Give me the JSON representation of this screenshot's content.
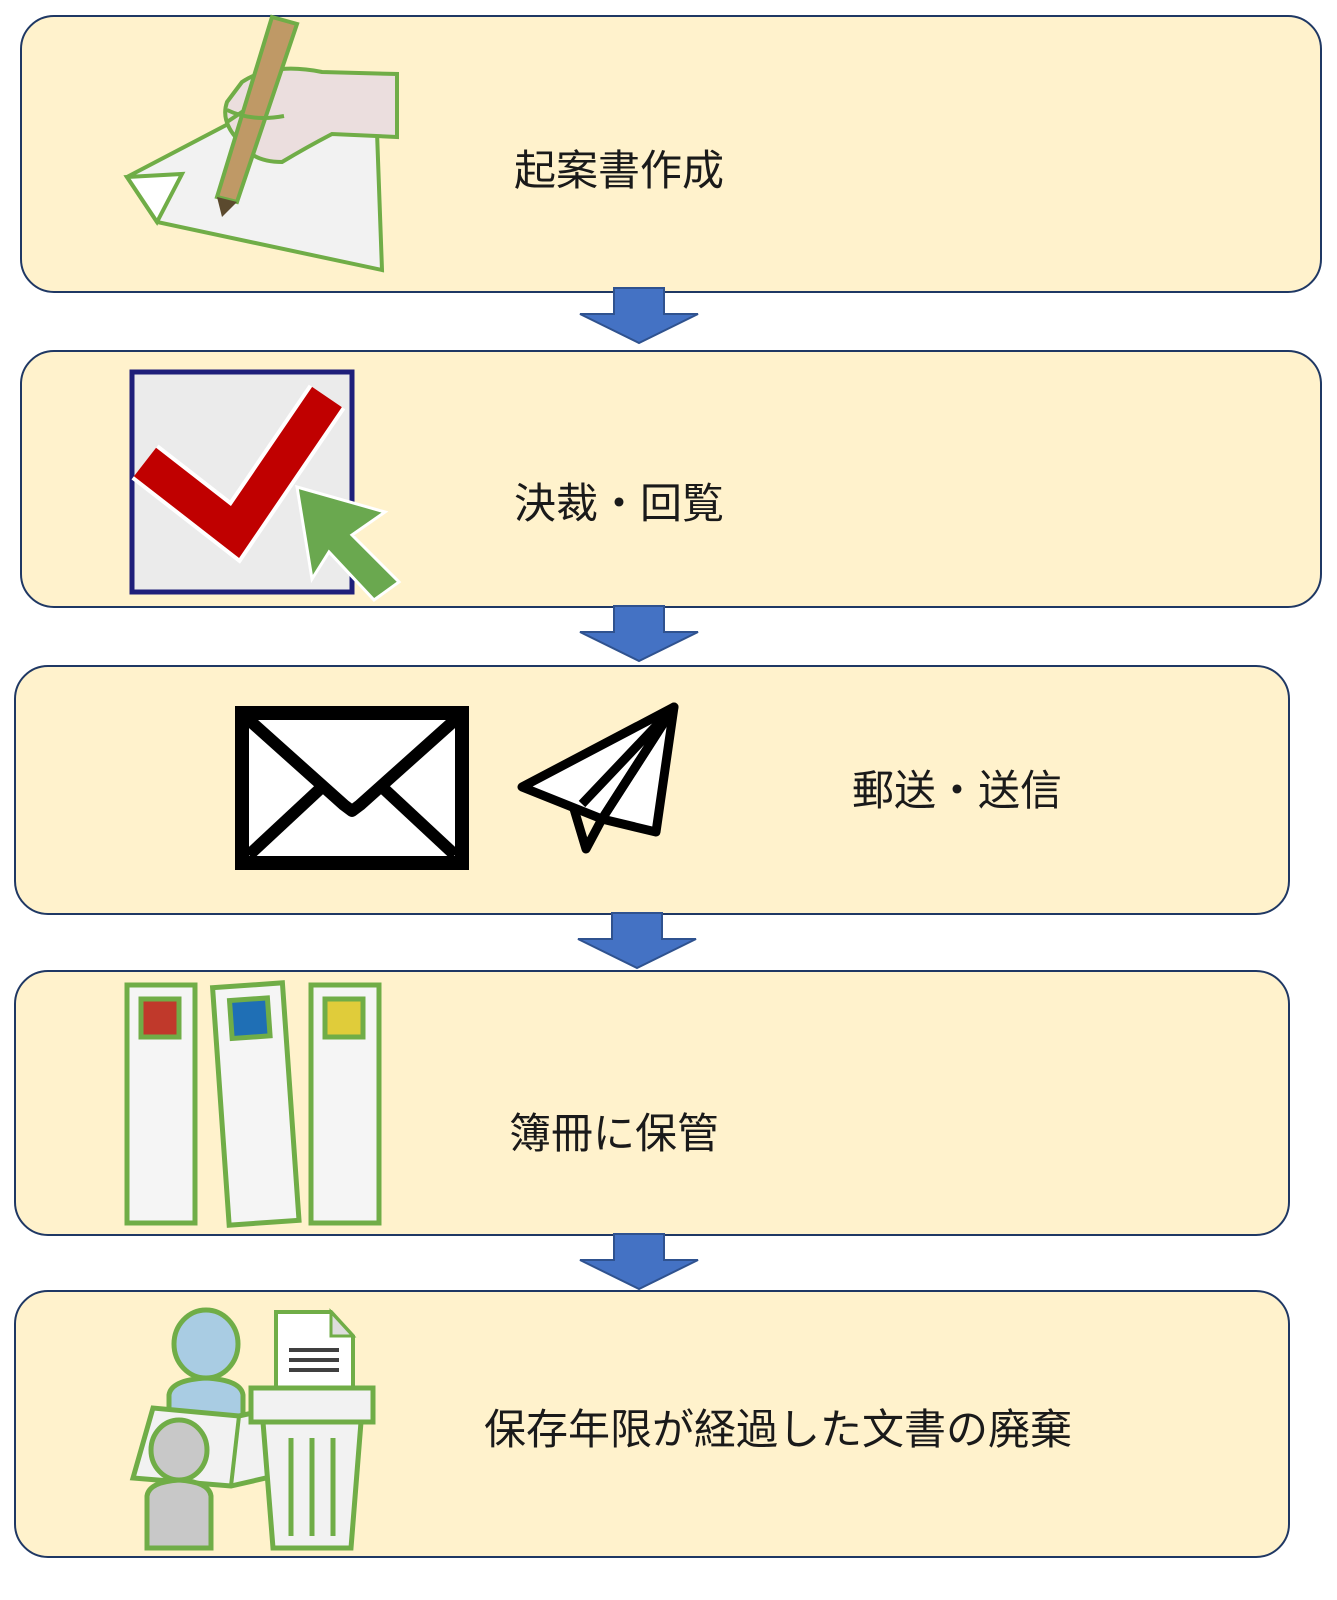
{
  "steps": [
    {
      "label": "起案書作成",
      "icon": "hand-writing-icon"
    },
    {
      "label": "決裁・回覧",
      "icon": "checkbox-click-icon"
    },
    {
      "label": "郵送・送信",
      "icon": "envelope-paper-plane-icon"
    },
    {
      "label": "簿冊に保管",
      "icon": "binders-icon"
    },
    {
      "label": "保存年限が経過した文書の廃棄",
      "icon": "people-trash-document-icon"
    }
  ],
  "colors": {
    "box_fill": "#fff2cc",
    "box_border": "#1f3864",
    "arrow": "#4472c4",
    "icon_green": "#70ad47",
    "check_red": "#c00000",
    "cursor_green": "#6aa84f"
  }
}
